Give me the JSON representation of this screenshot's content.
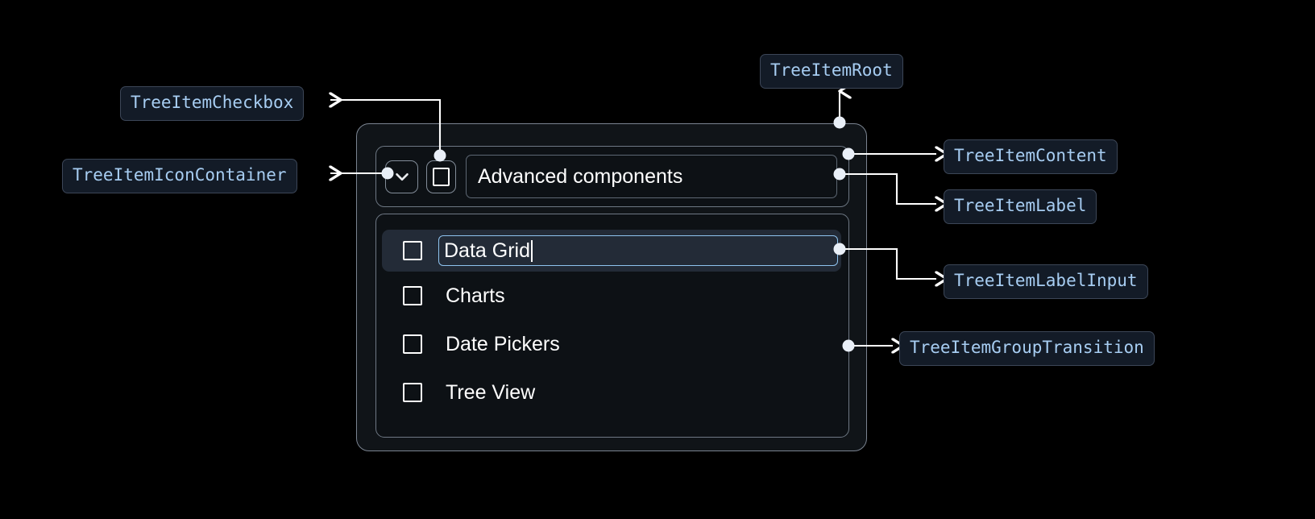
{
  "annotations": [
    {
      "id": "checkbox",
      "label": "TreeItemCheckbox"
    },
    {
      "id": "icon-container",
      "label": "TreeItemIconContainer"
    },
    {
      "id": "root",
      "label": "TreeItemRoot"
    },
    {
      "id": "content",
      "label": "TreeItemContent"
    },
    {
      "id": "label",
      "label": "TreeItemLabel"
    },
    {
      "id": "label-input",
      "label": "TreeItemLabelInput"
    },
    {
      "id": "group-transition",
      "label": "TreeItemGroupTransition"
    }
  ],
  "tree": {
    "header": {
      "expand_icon": "chevron-down-icon",
      "checkbox_icon": "checkbox-unchecked-icon",
      "label": "Advanced components",
      "expanded": true
    },
    "children": [
      {
        "label": "Data Grid",
        "checked": false,
        "editing": true,
        "selected": true
      },
      {
        "label": "Charts",
        "checked": false,
        "editing": false,
        "selected": false
      },
      {
        "label": "Date Pickers",
        "checked": false,
        "editing": false,
        "selected": false
      },
      {
        "label": "Tree View",
        "checked": false,
        "editing": false,
        "selected": false
      }
    ]
  },
  "colors": {
    "page_background": "#000000",
    "chip_background": "#131b27",
    "chip_border": "#3c4657",
    "chip_text": "#a7cdf2",
    "connector": "#ffffff",
    "container_border": "#7b8491",
    "selected_row_background": "#232b37",
    "input_focus_border": "#8fc3ef",
    "text": "#ffffff"
  }
}
